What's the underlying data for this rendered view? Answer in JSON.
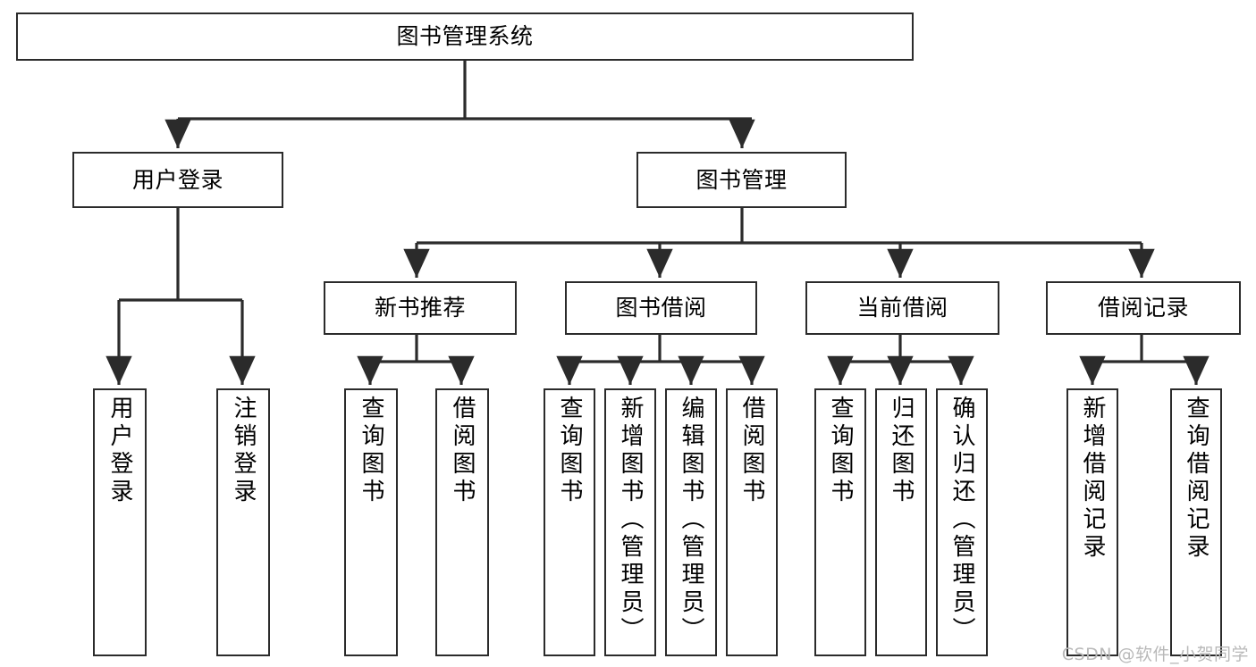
{
  "diagram": {
    "title": "图书管理系统",
    "type": "hierarchy-tree",
    "root": {
      "label": "图书管理系统"
    },
    "level2": [
      {
        "label": "用户登录"
      },
      {
        "label": "图书管理"
      }
    ],
    "level3": [
      {
        "label": "新书推荐"
      },
      {
        "label": "图书借阅"
      },
      {
        "label": "当前借阅"
      },
      {
        "label": "借阅记录"
      }
    ],
    "leaves": {
      "user_login": [
        {
          "label": "用户登录"
        },
        {
          "label": "注销登录"
        }
      ],
      "new_book_recommend": [
        {
          "label": "查询图书"
        },
        {
          "label": "借阅图书"
        }
      ],
      "book_borrow": [
        {
          "label": "查询图书"
        },
        {
          "label": "新增图书（管理员）"
        },
        {
          "label": "编辑图书（管理员）"
        },
        {
          "label": "借阅图书"
        }
      ],
      "current_borrow": [
        {
          "label": "查询图书"
        },
        {
          "label": "归还图书"
        },
        {
          "label": "确认归还（管理员）"
        }
      ],
      "borrow_records": [
        {
          "label": "新增借阅记录"
        },
        {
          "label": "查询借阅记录"
        }
      ]
    },
    "colors": {
      "stroke": "#2b2b2b",
      "fill": "#ffffff",
      "text": "#000000",
      "watermark": "#b9b9b9"
    }
  },
  "watermark": {
    "text": "CSDN @软件_小贺同学"
  }
}
